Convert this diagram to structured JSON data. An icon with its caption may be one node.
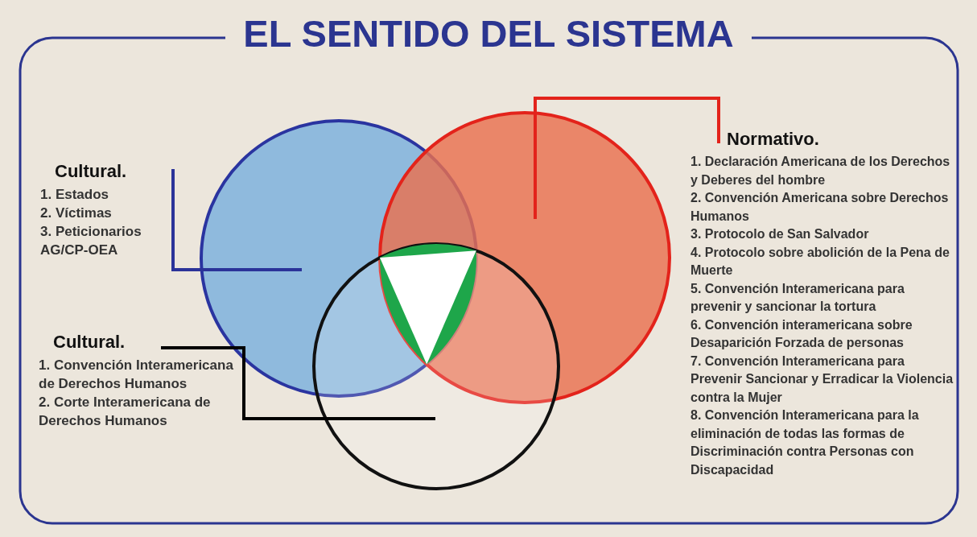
{
  "diagram": {
    "title": "EL SENTIDO DEL SISTEMA",
    "nodes": [
      {
        "text": [
          "Cultural.",
          "1. Estados",
          "2. Víctimas",
          "3. Peticionarios",
          "AG/CP-OEA"
        ]
      },
      {
        "text": [],
        "shape": "circle"
      },
      {
        "text": [
          "Cultural.",
          "1. Convención Interamericana de Derechos Humanos",
          "2. Corte Interamericana de Derechos Humanos"
        ]
      },
      {
        "text": [],
        "shape": "circle"
      },
      {
        "text": [
          "Normativo.",
          "1. Declaración Americana de los Derechos y Deberes del hombre",
          "2. Convención Americana sobre Derechos Humanos",
          "3. Protocolo de San Salvador",
          "4. Protocolo sobre abolición de la Pena de Muerte",
          "5. Convención Interamericana para prevenir y sancionar la tortura",
          "6. Convención interamericana sobre Desaparición Forzada de personas",
          "7. Convención Interamericana para Prevenir Sancionar y Erradicar la Violencia contra la Mujer",
          "8. Convención Interamericana  para la eliminación de todas las formas de Discriminación contra Personas con Discapacidad"
        ]
      },
      {
        "text": [],
        "shape": "circle"
      }
    ],
    "edges": [
      {
        "from": 0,
        "to": 1,
        "arrow": "none",
        "color": "#2b3399"
      },
      {
        "from": 2,
        "to": 3,
        "arrow": "none",
        "color": "#000000"
      },
      {
        "from": 4,
        "to": 5,
        "arrow": "none",
        "color": "#e3231b"
      }
    ]
  }
}
